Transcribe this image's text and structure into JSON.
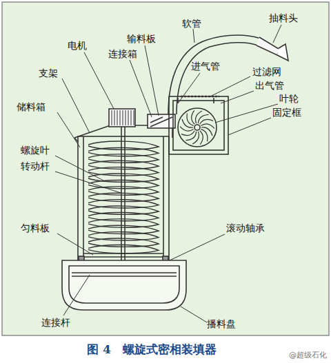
{
  "diagram": {
    "caption": "图 4　螺旋式密相装填器",
    "labels": [
      "软管",
      "抽料头",
      "电机",
      "输料板",
      "连接箱",
      "进气管",
      "过滤网",
      "出气管",
      "叶轮",
      "固定框",
      "支架",
      "储料箱",
      "螺旋叶",
      "转动杆",
      "匀料板",
      "滚动轴承",
      "连接杆",
      "播料盘",
      "@超级石化"
    ]
  }
}
